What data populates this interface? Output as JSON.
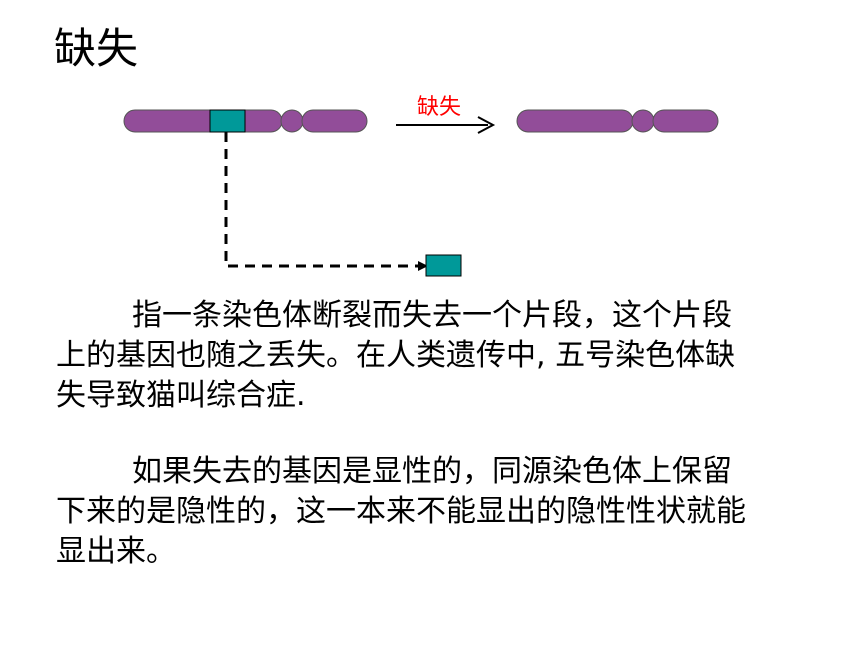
{
  "slide": {
    "title": "缺失",
    "arrow_label": "缺失",
    "paragraphs": [
      "指一条染色体断裂而失去一个片段，这个片段上的基因也随之丢失。在人类遗传中, 五号染色体缺失导致猫叫综合症.",
      "如果失去的基因是显性的，同源染色体上保留下来的是隐性的，这一本来不能显出的隐性性状就能显出来。"
    ]
  },
  "colors": {
    "chromosome": "#924d99",
    "segment": "#009999",
    "arrow_label": "#ff0000",
    "stroke": "#000000"
  }
}
